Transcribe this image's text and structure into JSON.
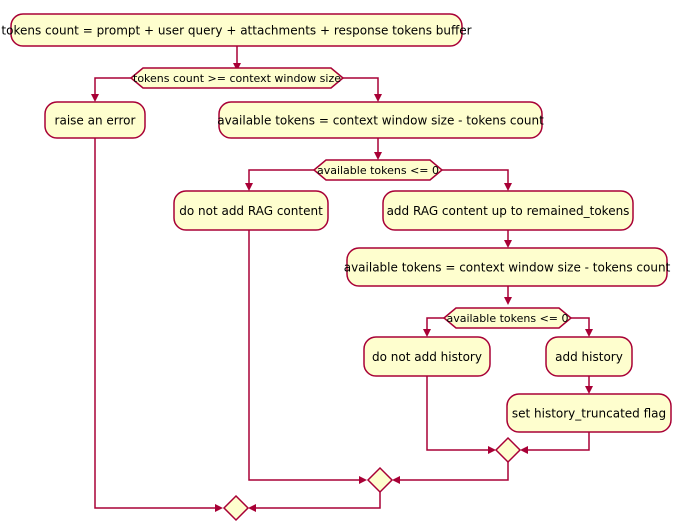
{
  "diagram": {
    "colors": {
      "node_fill": "#FEFECE",
      "stroke": "#A80036"
    },
    "nodes": {
      "tokens_count": "tokens count = prompt + user query + attachments + response tokens buffer",
      "raise_error": "raise an error",
      "available_tokens_1": "available tokens = context window size - tokens count",
      "no_rag": "do not add RAG content",
      "add_rag": "add RAG content up to remained_tokens",
      "available_tokens_2": "available tokens = context window size - tokens count",
      "no_history": "do not add history",
      "add_history": "add history",
      "set_flag": "set history_truncated flag"
    },
    "conditions": {
      "context_check": "tokens count >= context window size",
      "rag_check": "available tokens <= 0",
      "history_check": "available tokens <= 0"
    }
  }
}
